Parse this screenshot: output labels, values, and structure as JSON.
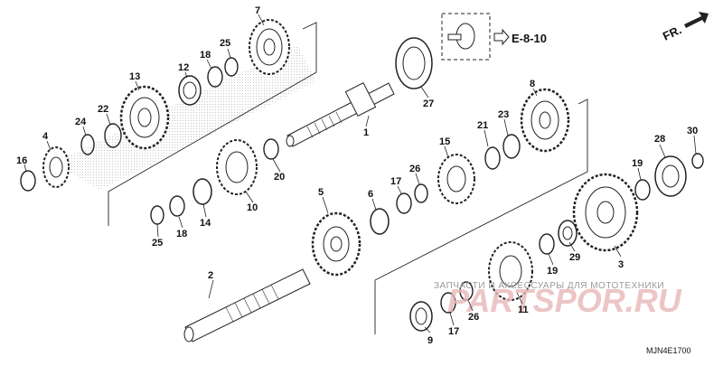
{
  "diagram": {
    "parts": [
      {
        "id": "p7",
        "number": "7"
      },
      {
        "id": "p25a",
        "number": "25"
      },
      {
        "id": "p18a",
        "number": "18"
      },
      {
        "id": "p12",
        "number": "12"
      },
      {
        "id": "p13",
        "number": "13"
      },
      {
        "id": "p22",
        "number": "22"
      },
      {
        "id": "p24",
        "number": "24"
      },
      {
        "id": "p4",
        "number": "4"
      },
      {
        "id": "p16",
        "number": "16"
      },
      {
        "id": "p27",
        "number": "27"
      },
      {
        "id": "p1",
        "number": "1"
      },
      {
        "id": "p8",
        "number": "8"
      },
      {
        "id": "p21",
        "number": "21"
      },
      {
        "id": "p23",
        "number": "23"
      },
      {
        "id": "p15",
        "number": "15"
      },
      {
        "id": "p26a",
        "number": "26"
      },
      {
        "id": "p17a",
        "number": "17"
      },
      {
        "id": "p20",
        "number": "20"
      },
      {
        "id": "p10",
        "number": "10"
      },
      {
        "id": "p14",
        "number": "14"
      },
      {
        "id": "p18b",
        "number": "18"
      },
      {
        "id": "p25b",
        "number": "25"
      },
      {
        "id": "p5",
        "number": "5"
      },
      {
        "id": "p6",
        "number": "6"
      },
      {
        "id": "p28",
        "number": "28"
      },
      {
        "id": "p30",
        "number": "30"
      },
      {
        "id": "p19a",
        "number": "19"
      },
      {
        "id": "p29",
        "number": "29"
      },
      {
        "id": "p3",
        "number": "3"
      },
      {
        "id": "p19b",
        "number": "19"
      },
      {
        "id": "p2",
        "number": "2"
      },
      {
        "id": "p11",
        "number": "11"
      },
      {
        "id": "p26b",
        "number": "26"
      },
      {
        "id": "p17b",
        "number": "17"
      },
      {
        "id": "p9",
        "number": "9"
      }
    ],
    "reference_code": "E-8-10",
    "direction_label": "FR.",
    "diagram_code": "MJN4E1700",
    "watermark_text": "ЗАПЧАСТИ И АКСЕССУАРЫ ДЛЯ МОТОТЕХНИКИ",
    "watermark_logo": "PARTSPOR.RU",
    "colors": {
      "ink": "#222222",
      "watermark": "#c0392b"
    }
  }
}
